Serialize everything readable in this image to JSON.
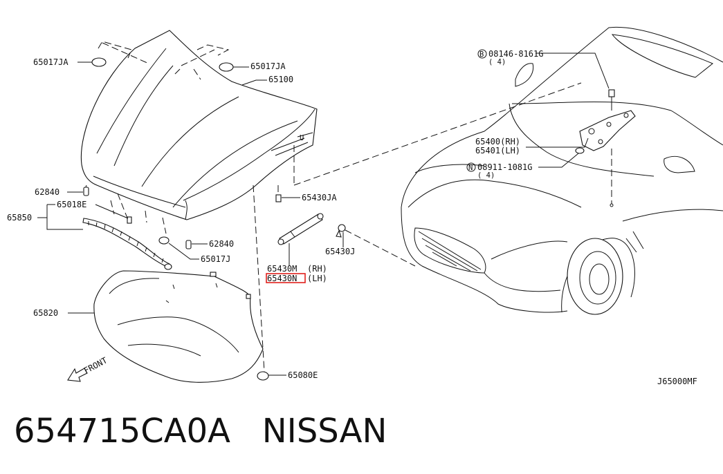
{
  "callouts": {
    "p65017JA_left": "65017JA",
    "p65017JA_right": "65017JA",
    "p65100": "65100",
    "p62840_top": "62840",
    "p65018E": "65018E",
    "p65850": "65850",
    "p62840_bottom": "62840",
    "p65017J": "65017J",
    "p65820": "65820",
    "p65080E": "65080E",
    "p65430JA": "65430JA",
    "p65430J": "65430J",
    "p65430M": "65430M",
    "p65430M_side": "(RH)",
    "p65430N": "65430N",
    "p65430N_side": "(LH)",
    "bolt_prefix": "B",
    "bolt": "08146-8161G",
    "bolt_qty": "( 4)",
    "p65400": "65400(RH)",
    "p65401": "65401(LH)",
    "nut_prefix": "N",
    "nut": "08911-1081G",
    "nut_qty": "( 4)",
    "front": "FRONT"
  },
  "diagram_code": "J65000MF",
  "highlight_part": "65430N",
  "highlight_color": "#e0201c",
  "caption": {
    "part_number": "654715CA0A",
    "brand": "NISSAN"
  }
}
